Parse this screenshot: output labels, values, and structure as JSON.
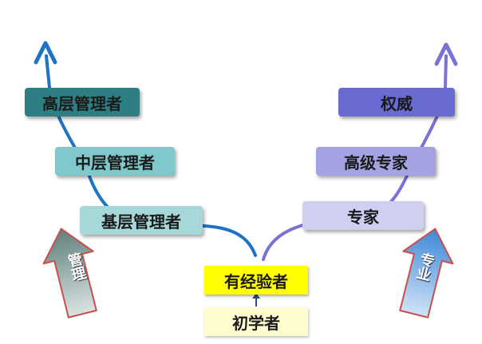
{
  "diagram": {
    "management_path": {
      "arrow_label": "管理",
      "levels": [
        "基层管理者",
        "中层管理者",
        "高层管理者"
      ]
    },
    "specialist_path": {
      "arrow_label": "专业",
      "levels": [
        "专家",
        "高级专家",
        "权威"
      ]
    },
    "base": {
      "experienced": "有经验者",
      "beginner": "初学者"
    }
  },
  "colors": {
    "management_curve": "#1f73c4",
    "specialist_curve": "#7a72d6",
    "senior_manager": "#2e7f84",
    "middle_manager": "#7fc8cb",
    "base_manager": "#a6d8da",
    "experienced": "#ffff00",
    "beginner": "#fffdd0",
    "expert": "#cfcff2",
    "senior_expert": "#a3a3e3",
    "authority": "#6a6ad3",
    "management_block_arrow": "#6f8f8c",
    "specialist_block_arrow": "#5b9bd5"
  }
}
